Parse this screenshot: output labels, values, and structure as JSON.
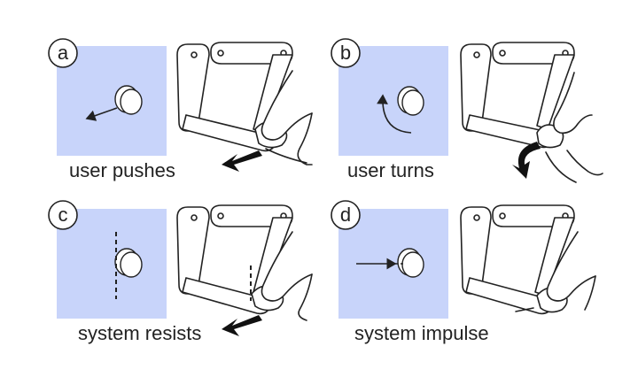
{
  "colors": {
    "panel_fill": "#c8d4fa",
    "ink": "#222222",
    "paper": "#ffffff"
  },
  "panels": [
    {
      "letter": "a",
      "caption": "user pushes"
    },
    {
      "letter": "b",
      "caption": "user turns"
    },
    {
      "letter": "c",
      "caption": "system resists"
    },
    {
      "letter": "d",
      "caption": "system impulse"
    }
  ]
}
